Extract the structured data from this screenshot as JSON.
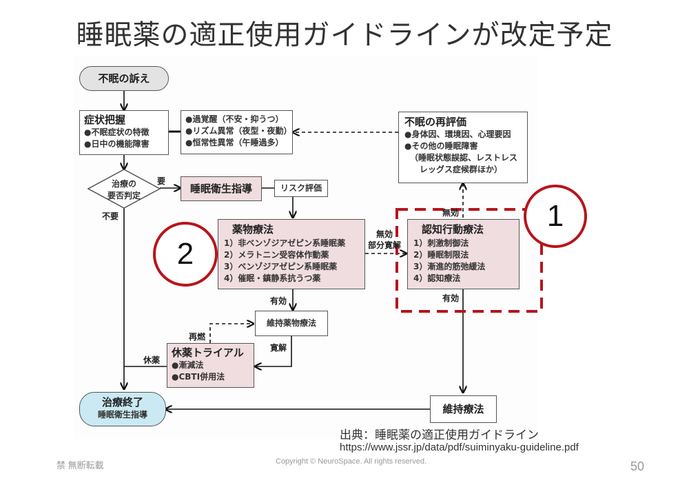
{
  "slide": {
    "title": "睡眠薬の適正使用ガイドラインが改定予定",
    "page_number": "50",
    "footer_left": "禁 無断転載",
    "copyright": "Copyright © NeuroSpace. All rights reserved."
  },
  "source": {
    "label": "出典：睡眠薬の適正使用ガイドライン",
    "url": "https://www.jssr.jp/data/pdf/suiminyaku-guideline.pdf"
  },
  "markers": {
    "one": "1",
    "two": "2"
  },
  "colors": {
    "marker_red": "#b8141b",
    "pink_box": "#f0dde0",
    "blue_pill": "#cbe9f2",
    "grey_pill": "#e3e3e3"
  },
  "flow": {
    "complaint": "不眠の訴え",
    "symptom": {
      "title": "症状把握",
      "items": [
        "●不眠症状の特徴",
        "●日中の機能障害"
      ]
    },
    "differential": {
      "items": [
        "●過覚醒（不安・抑うつ）",
        "●リズム異常（夜型・夜勤）",
        "●恒常性異常（午睡過多）"
      ]
    },
    "reassess": {
      "title": "不眠の再評価",
      "items": [
        "●身体因、環境因、心理要因",
        "●その他の睡眠障害",
        "（睡眠状態誤認、レストレス",
        "レッグス症候群ほか）"
      ]
    },
    "decision": {
      "line1": "治療の",
      "line2": "要否判定"
    },
    "hygiene": "睡眠衛生指導",
    "risk": "リスク評価",
    "drug": {
      "title": "薬物療法",
      "items": [
        "1）非ベンゾジアゼピン系睡眠薬",
        "2）メラトニン受容体作動薬",
        "3）ベンゾジアゼピン系睡眠薬",
        "4）催眠・鎮静系抗うつ薬"
      ]
    },
    "cbt": {
      "title": "認知行動療法",
      "items": [
        "1）刺激制御法",
        "2）睡眠制限法",
        "3）漸進的筋弛緩法",
        "4）認知療法"
      ]
    },
    "maintenance_drug": "維持薬物療法",
    "trial": {
      "title": "休薬トライアル",
      "items": [
        "●漸減法",
        "●CBTI併用法"
      ]
    },
    "end": {
      "title": "治療終了",
      "sub": "睡眠衛生指導"
    },
    "maintenance": "維持療法",
    "labels": {
      "need": "要",
      "no_need": "不要",
      "effective_drug": "有効",
      "ineffective1": "無効",
      "partial": "部分寛解",
      "ineffective_cbt": "無効",
      "effective_cbt": "有効",
      "relapse": "再燃",
      "remission": "寛解",
      "withdraw": "休薬"
    }
  }
}
